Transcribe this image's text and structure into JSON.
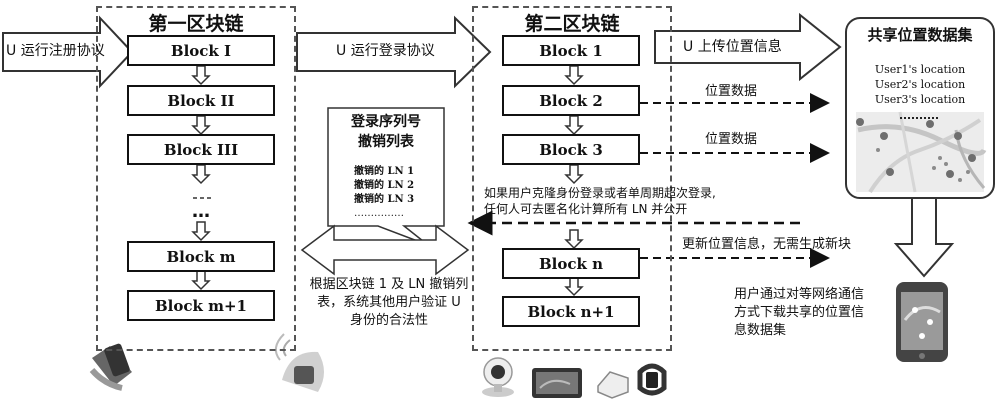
{
  "region1": {
    "title": "第一区块链",
    "blocks": [
      "Block I",
      "Block II",
      "Block III",
      "Block m",
      "Block m+1"
    ],
    "ellipsis": "…"
  },
  "region2": {
    "title": "第二区块链",
    "blocks": [
      "Block 1",
      "Block 2",
      "Block 3",
      "Block n",
      "Block n+1"
    ]
  },
  "dataset": {
    "title": "共享位置数据集",
    "locations": [
      "User1's location",
      "User2's location",
      "User3's location"
    ]
  },
  "arrows": {
    "register": "U 运行注册协议",
    "login": "U 运行登录协议",
    "upload": "U 上传位置信息"
  },
  "revocation_list": {
    "title_line1": "登录序列号",
    "title_line2": "撤销列表",
    "entries": [
      "撤销的 LN 1",
      "撤销的 LN 2",
      "撤销的 LN 3"
    ],
    "dots": "……………"
  },
  "labels": {
    "location_data_1": "位置数据",
    "location_data_2": "位置数据",
    "clone_line1": "如果用户克隆身份登录或者单周期超次登录,",
    "clone_line2": "任何人可去匿名化计算所有 LN 并公开",
    "update_location": "更新位置信息，无需生成新块",
    "verify_line1": "根据区块链 1 及 LN 撤销列",
    "verify_line2": "表，系统其他用户验证 U",
    "verify_line3": "身份的合法性",
    "download_line1": "用户通过对等网络通信",
    "download_line2": "方式下载共享的位置信",
    "download_line3": "息数据集"
  }
}
